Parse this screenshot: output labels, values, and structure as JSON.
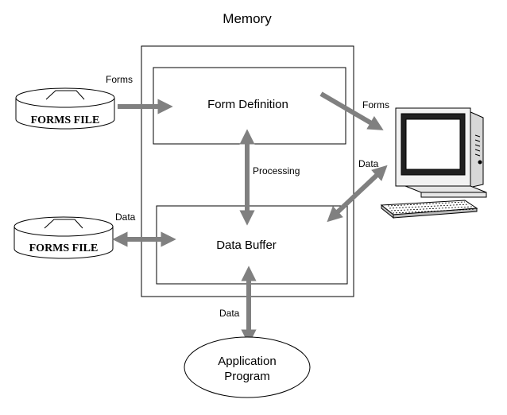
{
  "diagram": {
    "title": "Memory",
    "form_definition": "Form Definition",
    "data_buffer": "Data Buffer",
    "processing": "Processing",
    "forms_file_top": "FORMS FILE",
    "forms_file_bottom": "FORMS FILE",
    "application_program_line1": "Application",
    "application_program_line2": "Program",
    "label_forms_in": "Forms",
    "label_forms_out": "Forms",
    "label_data_terminal": "Data",
    "label_data_file": "Data",
    "label_data_app": "Data"
  },
  "colors": {
    "arrow": "#808080",
    "stroke": "#000000"
  }
}
